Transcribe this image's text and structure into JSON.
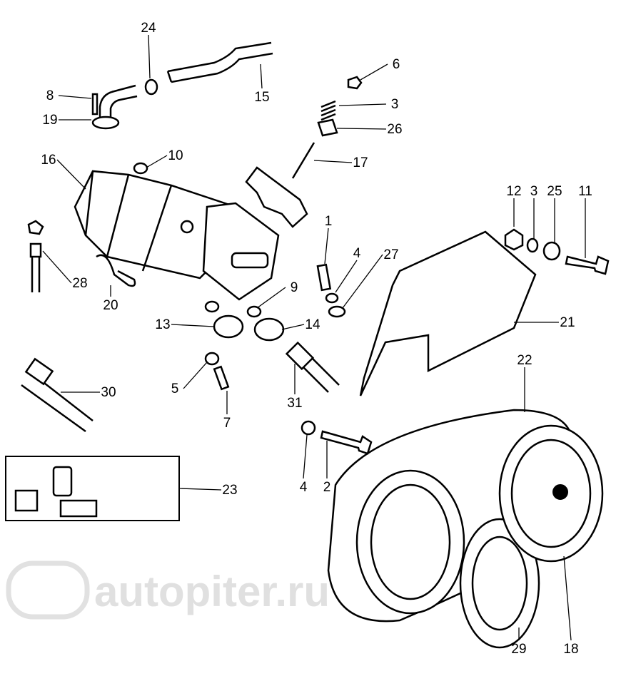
{
  "diagram": {
    "labels": [
      "24",
      "6",
      "8",
      "15",
      "3",
      "19",
      "26",
      "16",
      "10",
      "17",
      "12",
      "3",
      "25",
      "11",
      "1",
      "4",
      "27",
      "28",
      "9",
      "20",
      "13",
      "14",
      "21",
      "22",
      "5",
      "30",
      "31",
      "7",
      "23",
      "4",
      "2",
      "29",
      "18"
    ],
    "watermark": "autopiter.ru"
  }
}
